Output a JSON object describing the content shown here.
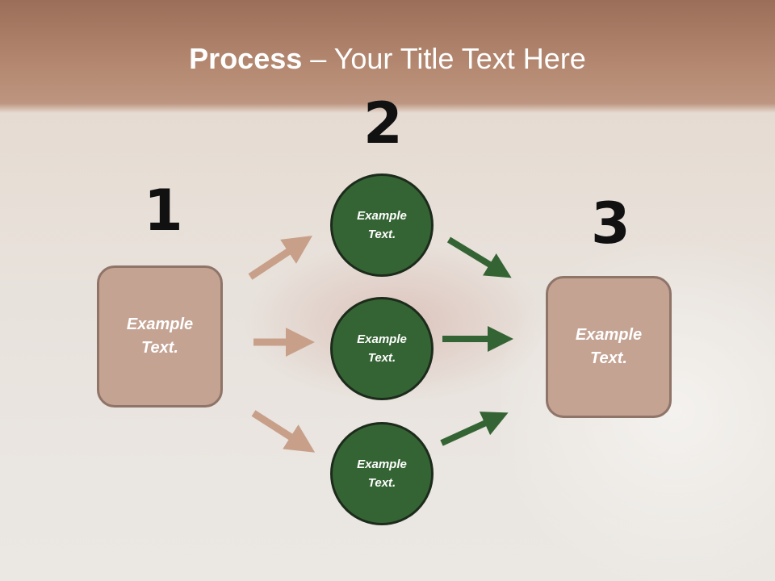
{
  "title": {
    "bold": "Process",
    "rest": " – Your Title Text Here"
  },
  "steps": {
    "one": "1",
    "two": "2",
    "three": "3"
  },
  "left_box": {
    "line1": "Example",
    "line2": "Text."
  },
  "circles": [
    {
      "line1": "Example",
      "line2": "Text."
    },
    {
      "line1": "Example",
      "line2": "Text."
    },
    {
      "line1": "Example",
      "line2": "Text."
    }
  ],
  "right_box": {
    "line1": "Example",
    "line2": "Text."
  },
  "colors": {
    "box_fill": "#c4a393",
    "circle_fill": "#356434",
    "tan_arrow": "#c8a08a",
    "green_arrow": "#356434"
  }
}
